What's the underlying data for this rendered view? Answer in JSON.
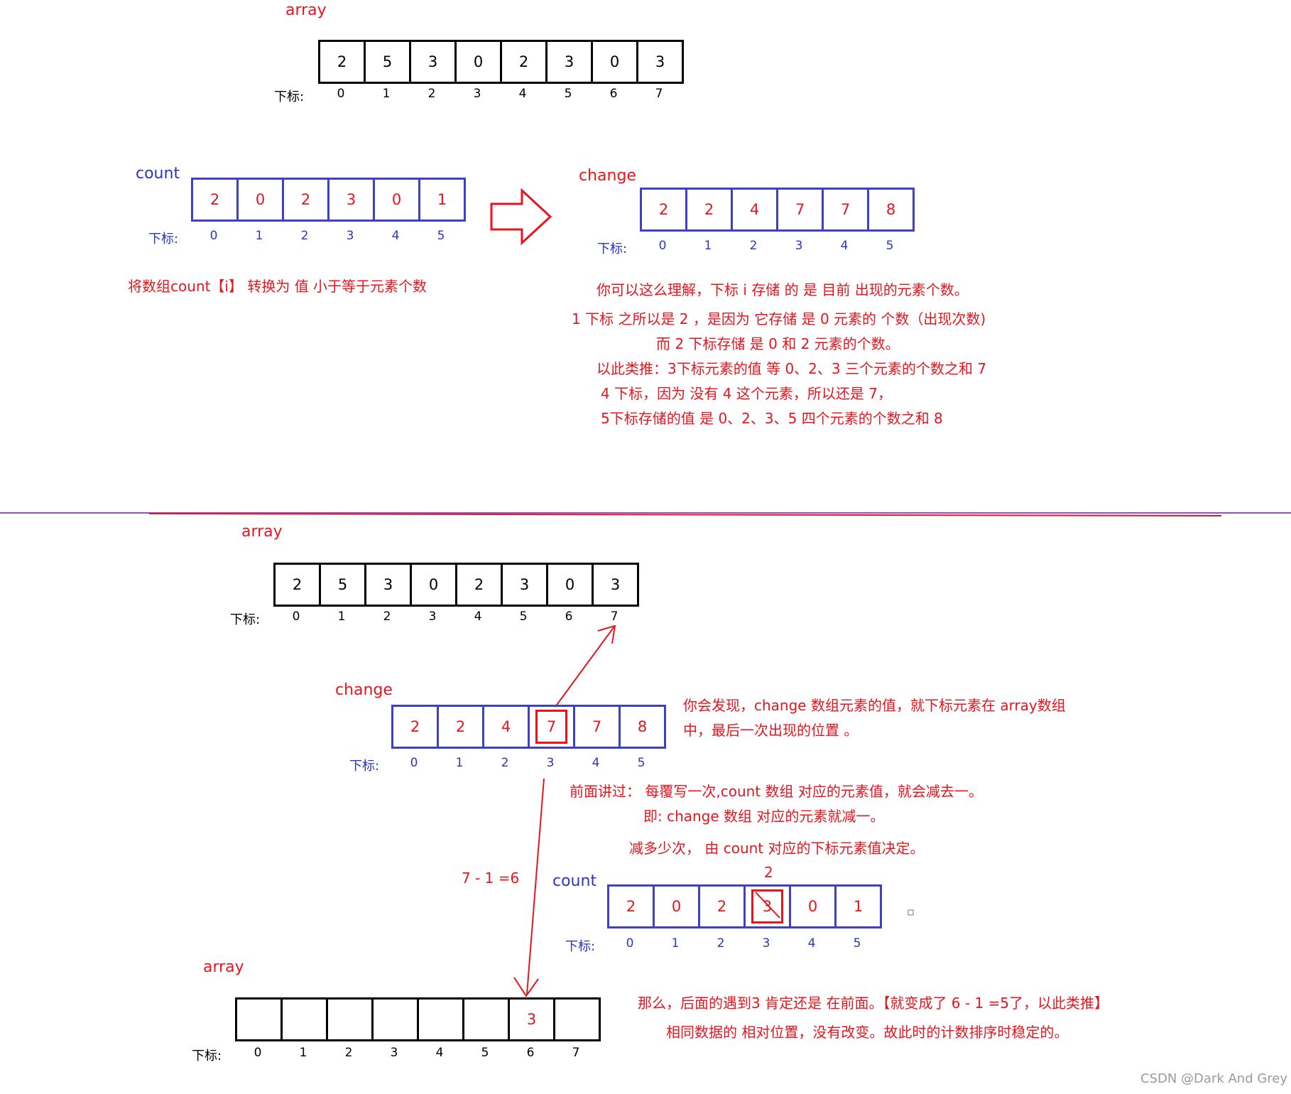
{
  "top": {
    "array_label": "array",
    "array": [
      "2",
      "5",
      "3",
      "0",
      "2",
      "3",
      "0",
      "3"
    ],
    "array_index_label": "下标:",
    "array_indices": [
      "0",
      "1",
      "2",
      "3",
      "4",
      "5",
      "6",
      "7"
    ],
    "count_label": "count",
    "count": [
      "2",
      "0",
      "2",
      "3",
      "0",
      "1"
    ],
    "count_index_label": "下标:",
    "count_indices": [
      "0",
      "1",
      "2",
      "3",
      "4",
      "5"
    ],
    "change_label": "change",
    "change": [
      "2",
      "2",
      "4",
      "7",
      "7",
      "8"
    ],
    "change_index_label": "下标:",
    "change_indices": [
      "0",
      "1",
      "2",
      "3",
      "4",
      "5"
    ],
    "left_note": "将数组count【i】 转换为 值 小于等于元素个数",
    "right_notes": [
      "你可以这么理解，下标 i 存储 的 是 目前 出现的元素个数。",
      "1 下标 之所以是 2 ，是因为 它存储 是 0 元素的 个数（出现次数)",
      "而 2 下标存储 是 0 和 2 元素的个数。",
      "以此类推：3下标元素的值 等 0、2、3 三个元素的个数之和  7",
      "4 下标，因为 没有 4 这个元素，所以还是 7，",
      "5下标存储的值 是 0、2、3、5 四个元素的个数之和 8"
    ]
  },
  "bottom": {
    "array_label": "array",
    "array": [
      "2",
      "5",
      "3",
      "0",
      "2",
      "3",
      "0",
      "3"
    ],
    "array_index_label": "下标:",
    "array_indices": [
      "0",
      "1",
      "2",
      "3",
      "4",
      "5",
      "6",
      "7"
    ],
    "change_label": "change",
    "change": [
      "2",
      "2",
      "4",
      "7",
      "7",
      "8"
    ],
    "change_index_label": "下标:",
    "change_indices": [
      "0",
      "1",
      "2",
      "3",
      "4",
      "5"
    ],
    "change_note": [
      "你会发现，change 数组元素的值，就下标元素在 array数组",
      "中，最后一次出现的位置    。"
    ],
    "rewrite_note": [
      "前面讲过：  每覆写一次,count 数组 对应的元素值，就会减去一。",
      "即: change 数组 对应的元素就减一。",
      "减多少次，  由 count 对应的下标元素值决定。"
    ],
    "count_label": "count",
    "count": [
      "2",
      "0",
      "2",
      "3",
      "0",
      "1"
    ],
    "count_index_label": "下标:",
    "count_indices": [
      "0",
      "1",
      "2",
      "3",
      "4",
      "5"
    ],
    "count_new_value": "2",
    "calc": "7 - 1 =6",
    "result_label": "array",
    "result": [
      "",
      "",
      "",
      "",
      "",
      "",
      "3",
      ""
    ],
    "result_index_label": "下标:",
    "result_indices": [
      "0",
      "1",
      "2",
      "3",
      "4",
      "5",
      "6",
      "7"
    ],
    "final_notes": [
      "那么，后面的遇到3 肯定还是 在前面。【就变成了 6 - 1 =5了，以此类推】",
      "相同数据的 相对位置，没有改变。故此时的计数排序时稳定的。"
    ]
  },
  "watermark": "CSDN @Dark And Grey",
  "colors": {
    "red": "#e8141e",
    "blue": "#3c41c8",
    "divider": "#9b4fd0"
  }
}
